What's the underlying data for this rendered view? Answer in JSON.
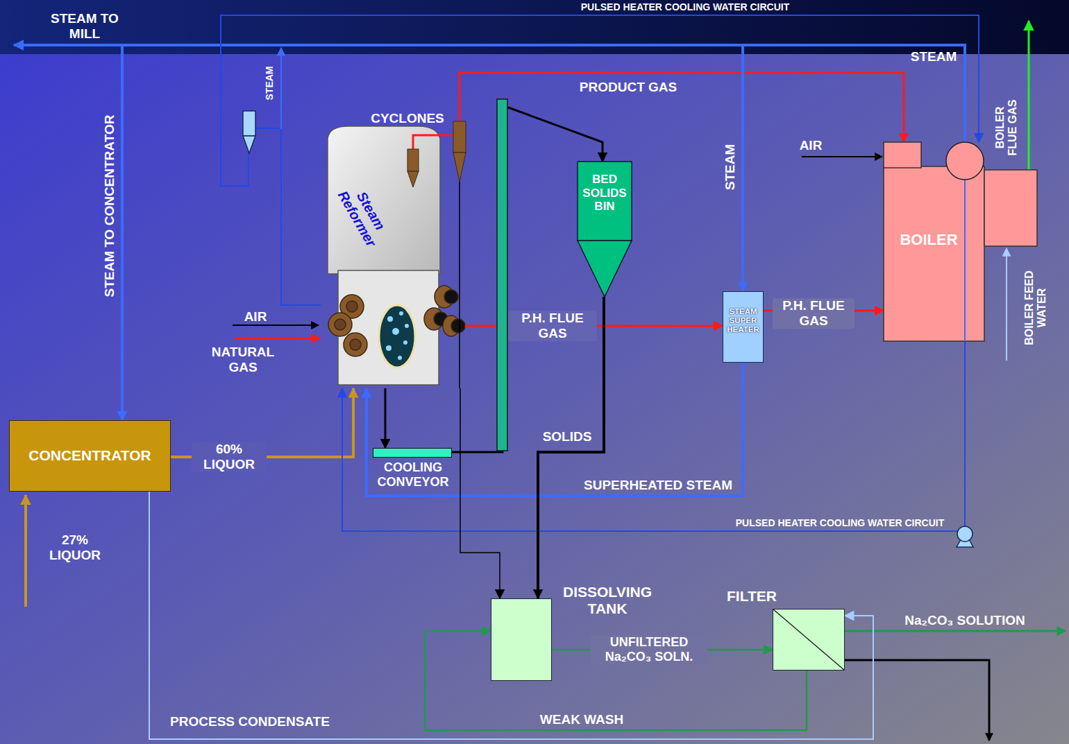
{
  "diagram": {
    "nodes": [
      {
        "text": [
          "Steam Reformer"
        ]
      },
      {
        "text": [
          "BED SOLIDS BIN"
        ]
      },
      {
        "text": [
          "STEAM SUPER HEATER"
        ]
      },
      {
        "text": [
          "BOILER"
        ]
      },
      {
        "text": [
          "CONCENTRATOR"
        ]
      },
      {
        "text": [
          "COOLING CONVEYOR"
        ]
      },
      {
        "text": [
          "DISSOLVING TANK"
        ]
      },
      {
        "text": [
          "FILTER"
        ]
      }
    ],
    "edges": [
      {
        "from": 0,
        "to": 3,
        "arrow": "to",
        "label": "PRODUCT GAS"
      },
      {
        "from": 0,
        "to": 2,
        "arrow": "to",
        "label": "P.H. FLUE GAS"
      },
      {
        "from": 2,
        "to": 3,
        "arrow": "to",
        "label": "P.H. FLUE GAS"
      },
      {
        "from": 3,
        "to": 2,
        "arrow": "to",
        "label": "STEAM"
      },
      {
        "from": 3,
        "to": 4,
        "arrow": "to",
        "label": "STEAM TO CONCENTRATOR"
      },
      {
        "from": 4,
        "to": 0,
        "arrow": "to",
        "label": "60% LIQUOR"
      },
      {
        "from": 2,
        "to": 0,
        "arrow": "to",
        "label": "SUPERHEATED STEAM"
      },
      {
        "from": 3,
        "to": 0,
        "arrow": "to",
        "label": "PULSED HEATER COOLING WATER CIRCUIT"
      },
      {
        "from": 0,
        "to": 3,
        "arrow": "to",
        "label": "PULSED HEATER COOLING WATER CIRCUIT"
      },
      {
        "from": 0,
        "to": 5,
        "arrow": "to"
      },
      {
        "from": 5,
        "to": 1,
        "arrow": "to"
      },
      {
        "from": 1,
        "to": 6,
        "arrow": "to",
        "label": "SOLIDS"
      },
      {
        "from": 0,
        "to": 6,
        "arrow": "to"
      },
      {
        "from": 6,
        "to": 7,
        "arrow": "to",
        "label": "UNFILTERED Na₂CO₃ SOLN."
      },
      {
        "from": 7,
        "to": 6,
        "arrow": "to",
        "label": "WEAK WASH"
      },
      {
        "from": 4,
        "to": 7,
        "arrow": "to",
        "label": "PROCESS CONDENSATE"
      }
    ],
    "labels": [
      "STEAM TO MILL",
      "STEAM",
      "STEAM",
      "CYCLONES",
      "AIR",
      "NATURAL GAS",
      "AIR",
      "BOILER FLUE GAS",
      "BOILER FEED WATER",
      "27% LIQUOR",
      "Na₂CO₃ SOLUTION"
    ]
  }
}
